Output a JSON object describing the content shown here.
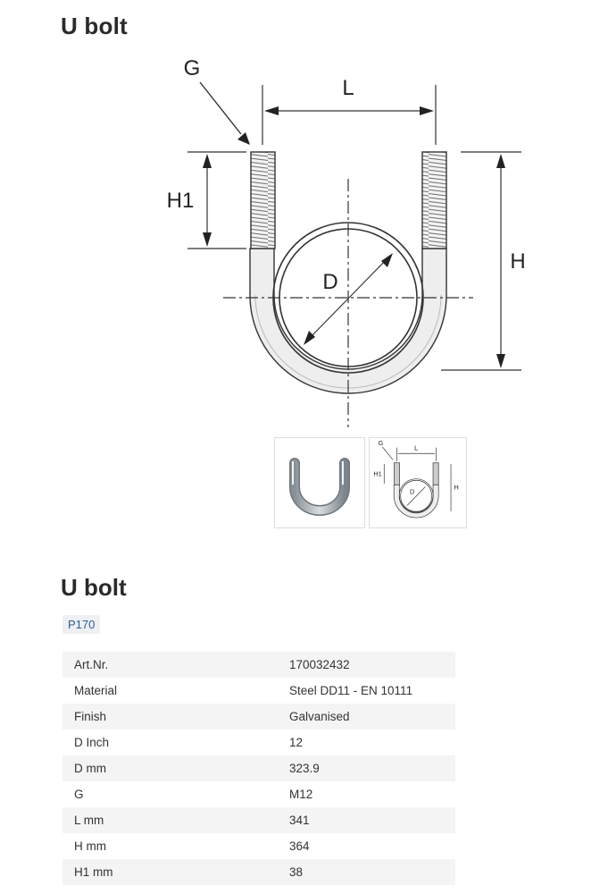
{
  "page": {
    "title": "U bolt"
  },
  "drawing": {
    "labels": {
      "g": "G",
      "l": "L",
      "h1": "H1",
      "h": "H",
      "d": "D"
    }
  },
  "thumbnails": [
    {
      "name": "product-photo-thumbnail"
    },
    {
      "name": "technical-drawing-thumbnail"
    }
  ],
  "product": {
    "title": "U bolt",
    "code": "P170",
    "specs": [
      {
        "label": "Art.Nr.",
        "value": "170032432"
      },
      {
        "label": "Material",
        "value": "Steel DD11 - EN 10111"
      },
      {
        "label": "Finish",
        "value": "Galvanised"
      },
      {
        "label": "D Inch",
        "value": "12"
      },
      {
        "label": "D mm",
        "value": "323.9"
      },
      {
        "label": "G",
        "value": "M12"
      },
      {
        "label": "L mm",
        "value": "341"
      },
      {
        "label": "H mm",
        "value": "364"
      },
      {
        "label": "H1 mm",
        "value": "38"
      }
    ]
  }
}
